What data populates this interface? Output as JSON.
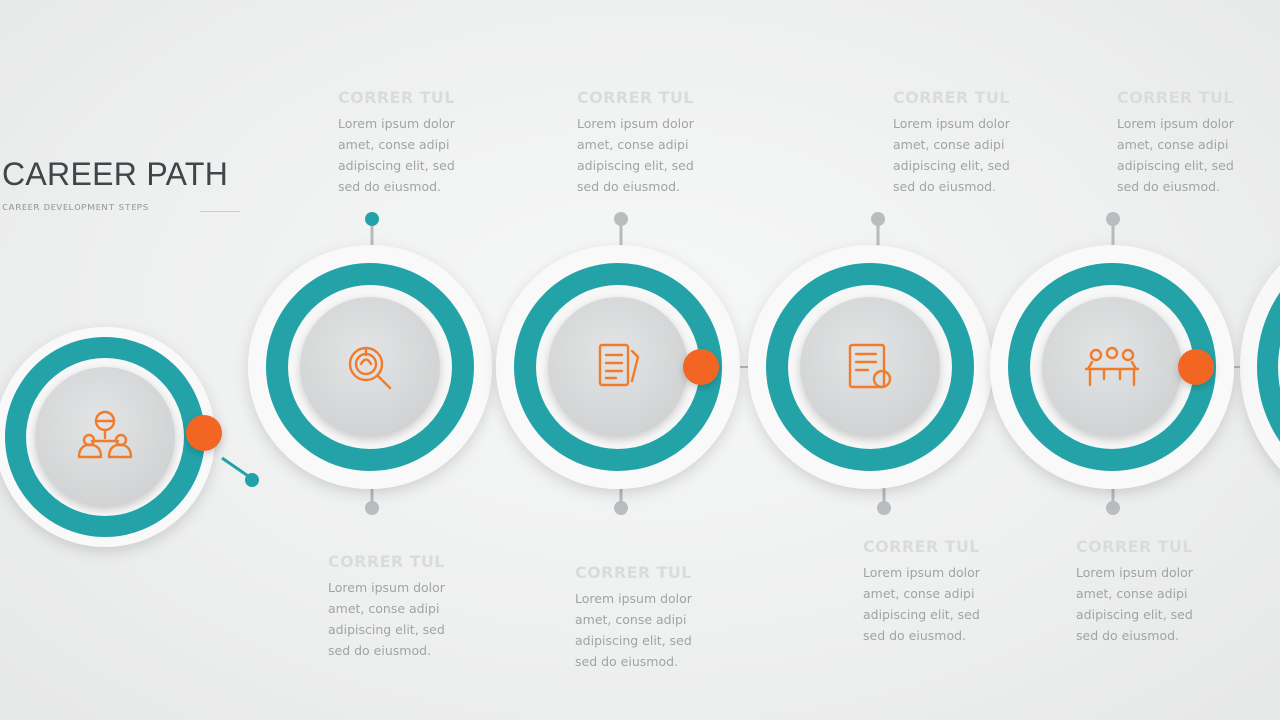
{
  "title": "CAREER PATH",
  "subtitle": "ᴄᴀʀᴇᴇʀ ᴅᴇᴠᴇʟᴏᴘᴍᴇɴᴛ sᴛᴇᴘs",
  "colors": {
    "teal": "#23a3a8",
    "orange": "#f26522",
    "grey": "#b9bdbf",
    "icon": "#f07c2b"
  },
  "steps": [
    {
      "icon": "leader-team-icon",
      "text": null
    },
    {
      "icon": "search-idea-icon",
      "text": {
        "position": "top",
        "title": "CORRER TUL",
        "lines": [
          "Lorem ipsum dolor",
          "amet, conse adipi",
          "adipiscing elit, sed",
          "sed do eiusmod."
        ]
      }
    },
    {
      "icon": "resume-document-icon",
      "text": {
        "position": "top",
        "title": "CORRER TUL",
        "lines": [
          "Lorem ipsum dolor",
          "amet, conse adipi",
          "adipiscing elit, sed",
          "sed do eiusmod."
        ]
      }
    },
    {
      "icon": "certificate-icon",
      "text": {
        "position": "top",
        "title": "CORRER TUL",
        "lines": [
          "Lorem ipsum dolor",
          "amet, conse adipi",
          "adipiscing elit, sed",
          "sed do eiusmod."
        ]
      }
    },
    {
      "icon": "team-meeting-icon",
      "text": {
        "position": "top",
        "title": "CORRER TUL",
        "lines": [
          "Lorem ipsum dolor",
          "amet, conse adipi",
          "adipiscing elit, sed",
          "sed do eiusmod."
        ]
      }
    }
  ],
  "bottom_blocks": [
    {
      "title": "CORRER TUL",
      "lines": [
        "Lorem ipsum dolor",
        "amet, conse adipi",
        "adipiscing elit, sed",
        "sed do eiusmod."
      ]
    },
    {
      "title": "CORRER TUL",
      "lines": [
        "Lorem ipsum dolor",
        "amet, conse adipi",
        "adipiscing elit, sed",
        "sed do eiusmod."
      ]
    },
    {
      "title": "CORRER TUL",
      "lines": [
        "Lorem ipsum dolor",
        "amet, conse adipi",
        "adipiscing elit, sed",
        "sed do eiusmod."
      ]
    },
    {
      "title": "CORRER TUL",
      "lines": [
        "Lorem ipsum dolor",
        "amet, conse adipi",
        "adipiscing elit, sed",
        "sed do eiusmod."
      ]
    }
  ]
}
